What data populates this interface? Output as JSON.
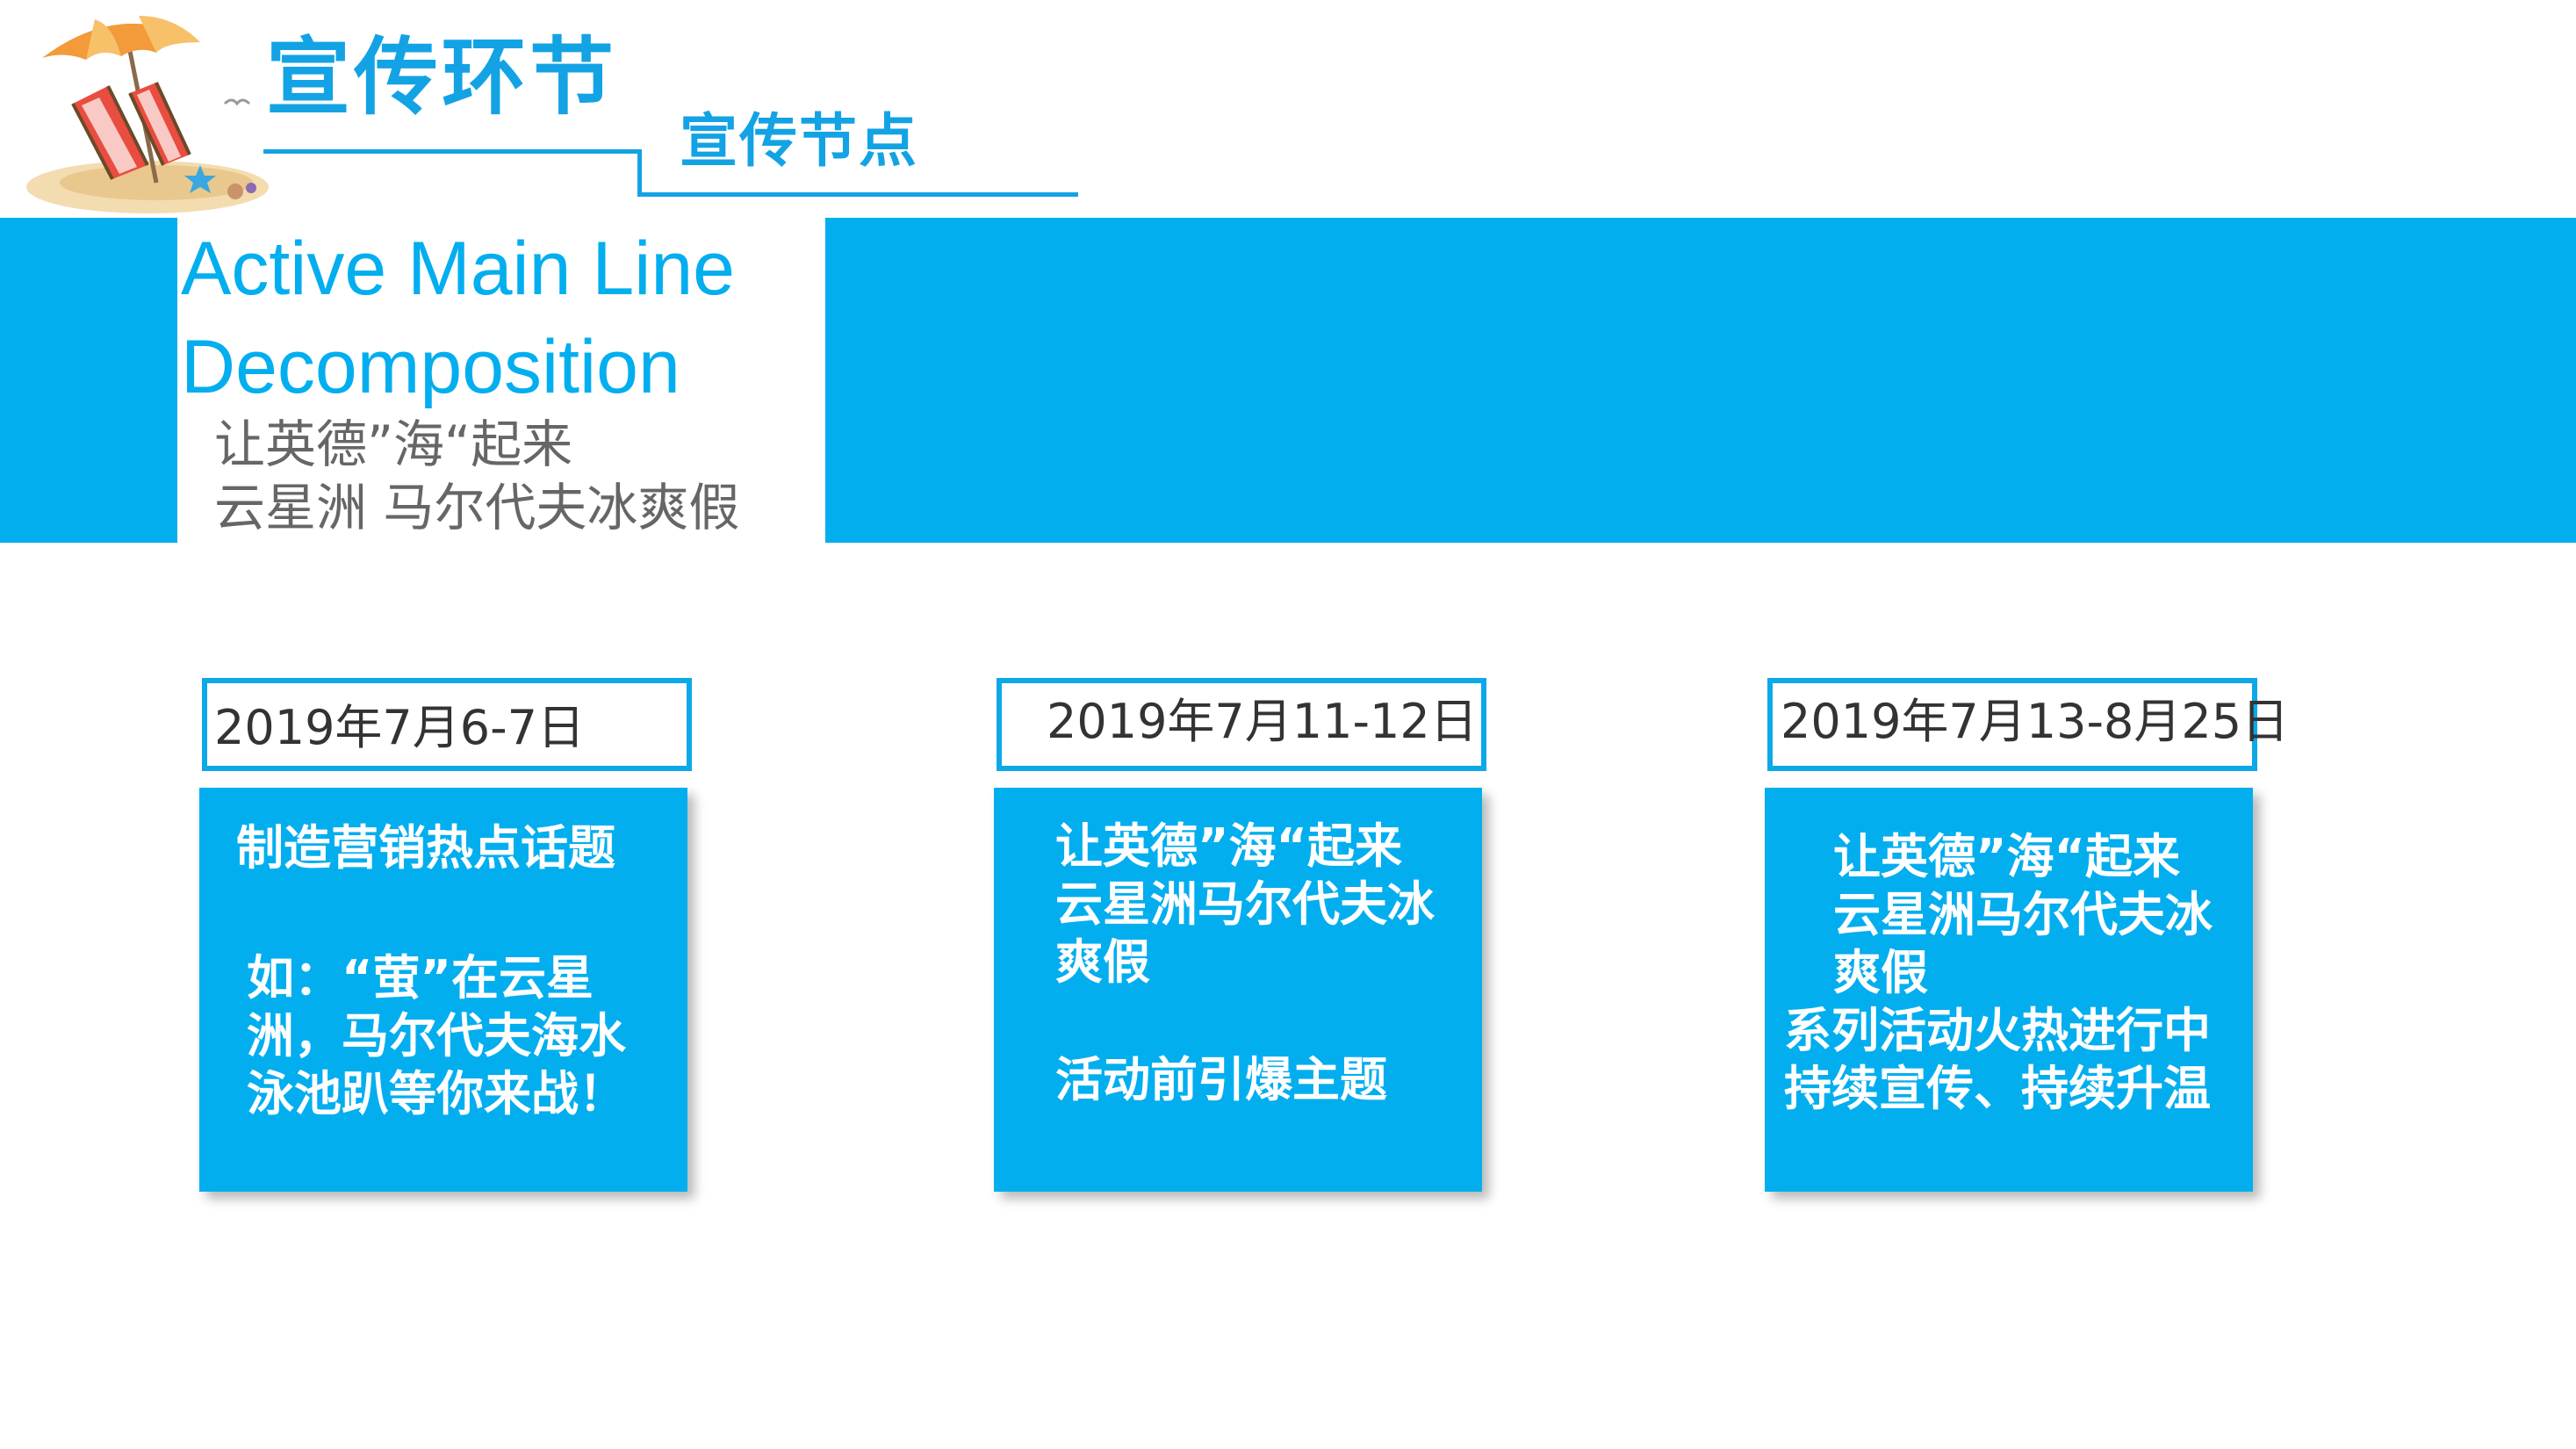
{
  "header": {
    "title": "宣传环节",
    "subtitle": "宣传节点"
  },
  "banner": {
    "english_line1": "Active Main Line",
    "english_line2": "Decomposition",
    "slogan_line1": "让英德”海“起来",
    "slogan_line2": "云星洲 马尔代夫冰爽假"
  },
  "nodes": [
    {
      "date": "2019年7月6-7日",
      "lines": [
        "制造营销热点话题",
        "",
        "如：“萤”在云星",
        "洲，马尔代夫海水",
        "泳池趴等你来战！"
      ]
    },
    {
      "date": "2019年7月11-12日",
      "lines": [
        "让英德”海“起来",
        "云星洲马尔代夫冰",
        "爽假",
        "",
        "活动前引爆主题"
      ]
    },
    {
      "date": "2019年7月13-8月25日",
      "lines": [
        "让英德”海“起来",
        "云星洲马尔代夫冰",
        "爽假",
        "系列活动火热进行中",
        "持续宣传、持续升温"
      ]
    }
  ],
  "colors": {
    "accent": "#03aeef",
    "title": "#13a3e4",
    "slogan": "#666666",
    "date_text": "#333333"
  },
  "icons": {
    "beach": "beach-umbrella-chairs-icon"
  }
}
